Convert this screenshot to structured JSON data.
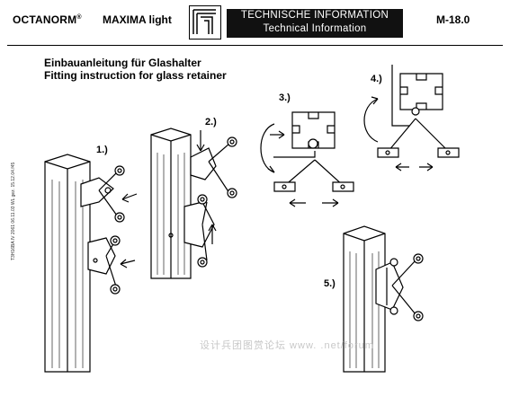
{
  "header": {
    "brand": "OCTANORM",
    "brand_mark": "®",
    "product": "MAXIMA light",
    "tech_info_de": "TECHNISCHE INFORMATION",
    "tech_info_en": "Technical Information",
    "doc_number": "M-18.0"
  },
  "title": {
    "de": "Einbauanleitung für Glashalter",
    "en": "Fitting instruction for glass retainer"
  },
  "side_code": "T3H16BA  IV 2061  06.11.03  WL gez.  15.12.04.f45",
  "steps": [
    "1.)",
    "2.)",
    "3.)",
    "4.)",
    "5.)"
  ],
  "watermark": "设计兵团图赏论坛  www.  .net/forum"
}
